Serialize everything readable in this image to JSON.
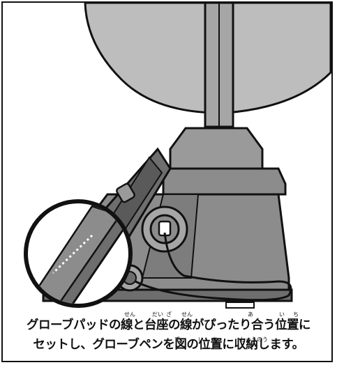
{
  "caption": {
    "line1": "グローブパッドの線と台座の線がぴったり合う位置に",
    "line2": "セットし、グローブペンを図の位置に収納します。"
  },
  "ruby": {
    "sen1": "せん",
    "daiza_dai": "だい",
    "daiza_za": "ざ",
    "sen2": "せん",
    "a": "あ",
    "ichi1_i": "い",
    "ichi1_chi": "ち",
    "zu": "ず",
    "ichi2_i": "い",
    "ichi2_chi": "ち",
    "shuunou": "しゅうのう"
  },
  "colors": {
    "outline": "#111111",
    "globe_fill": "#bdbdbd",
    "device_fill": "#8c8c8c",
    "device_light": "#a6a6a6",
    "pad_fill": "#6e6e6e"
  }
}
